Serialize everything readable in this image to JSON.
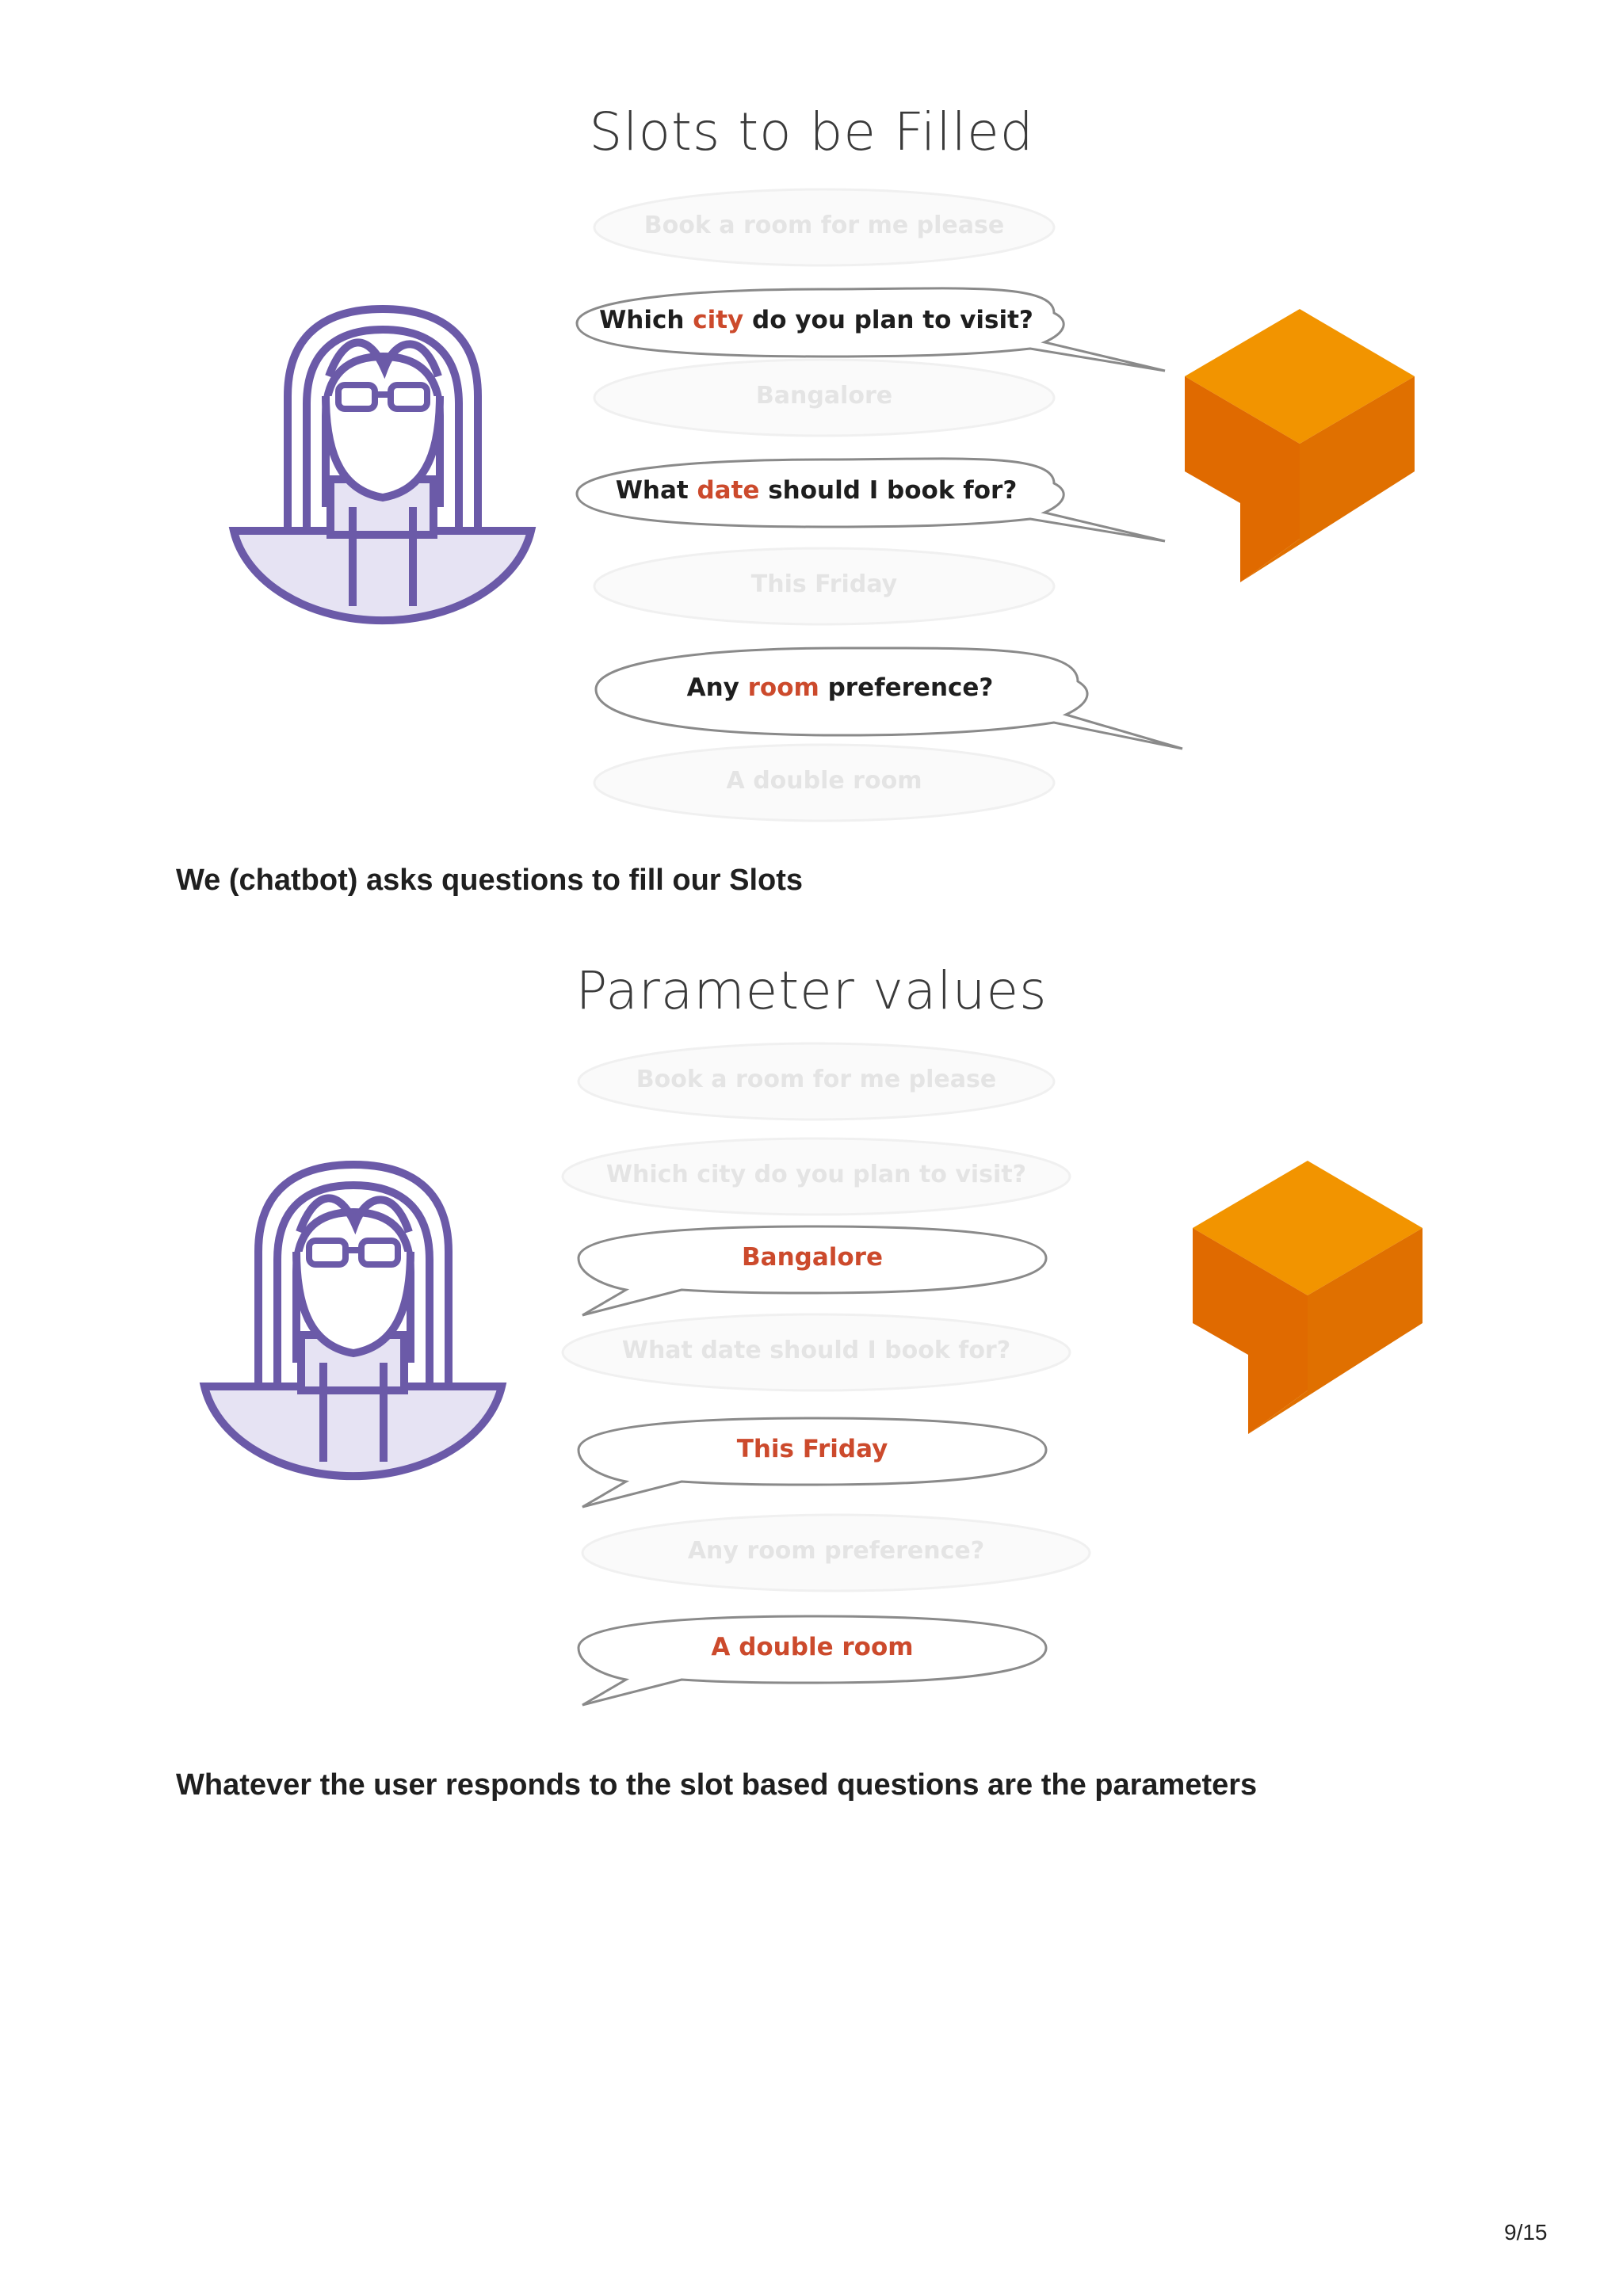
{
  "figure1": {
    "title": "Slots to be Filled",
    "ghost_answers": [
      "Book a room for me please",
      "Bangalore",
      "This Friday",
      "A double room"
    ],
    "questions": [
      {
        "pre": "Which ",
        "highlight": "city",
        "post": " do you plan to visit?"
      },
      {
        "pre": "What ",
        "highlight": "date",
        "post": " should I book for?"
      },
      {
        "pre": "Any ",
        "highlight": "room",
        "post": " preference?"
      }
    ]
  },
  "caption1": "We (chatbot) asks questions to fill our Slots",
  "figure2": {
    "title": "Parameter values",
    "ghost_questions": [
      "Book a room for me please",
      "Which city do you plan to visit?",
      "What date should I book for?",
      "Any room preference?"
    ],
    "answers": [
      "Bangalore",
      "This Friday",
      "A double room"
    ]
  },
  "caption2": "Whatever the user responds to the slot based questions are the parameters",
  "page_number": "9/15",
  "colors": {
    "avatar_purple": "#6b5aa8",
    "avatar_fill": "#e6e3f3",
    "cube_top": "#f29400",
    "cube_side": "#e06a00",
    "highlight_red": "#cc4a2c"
  }
}
